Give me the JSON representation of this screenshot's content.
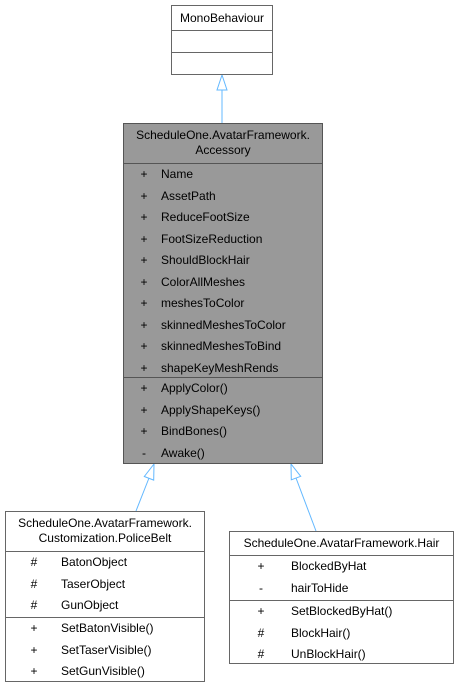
{
  "mono": {
    "name": "MonoBehaviour",
    "attributes": [],
    "operations": []
  },
  "accessory": {
    "title_line1": "ScheduleOne.AvatarFramework.",
    "title_line2": "Accessory",
    "attributes": [
      {
        "vis": "+",
        "name": "Name"
      },
      {
        "vis": "+",
        "name": "AssetPath"
      },
      {
        "vis": "+",
        "name": "ReduceFootSize"
      },
      {
        "vis": "+",
        "name": "FootSizeReduction"
      },
      {
        "vis": "+",
        "name": "ShouldBlockHair"
      },
      {
        "vis": "+",
        "name": "ColorAllMeshes"
      },
      {
        "vis": "+",
        "name": "meshesToColor"
      },
      {
        "vis": "+",
        "name": "skinnedMeshesToColor"
      },
      {
        "vis": "+",
        "name": "skinnedMeshesToBind"
      },
      {
        "vis": "+",
        "name": "shapeKeyMeshRends"
      }
    ],
    "operations": [
      {
        "vis": "+",
        "name": "ApplyColor()"
      },
      {
        "vis": "+",
        "name": "ApplyShapeKeys()"
      },
      {
        "vis": "+",
        "name": "BindBones()"
      },
      {
        "vis": "-",
        "name": "Awake()"
      }
    ]
  },
  "policebelt": {
    "title_line1": "ScheduleOne.AvatarFramework.",
    "title_line2": "Customization.PoliceBelt",
    "attributes": [
      {
        "vis": "#",
        "name": "BatonObject"
      },
      {
        "vis": "#",
        "name": "TaserObject"
      },
      {
        "vis": "#",
        "name": "GunObject"
      }
    ],
    "operations": [
      {
        "vis": "+",
        "name": "SetBatonVisible()"
      },
      {
        "vis": "+",
        "name": "SetTaserVisible()"
      },
      {
        "vis": "+",
        "name": "SetGunVisible()"
      }
    ]
  },
  "hair": {
    "title": "ScheduleOne.AvatarFramework.Hair",
    "attributes": [
      {
        "vis": "+",
        "name": "BlockedByHat"
      },
      {
        "vis": "-",
        "name": "hairToHide"
      }
    ],
    "operations": [
      {
        "vis": "+",
        "name": "SetBlockedByHat()"
      },
      {
        "vis": "#",
        "name": "BlockHair()"
      },
      {
        "vis": "#",
        "name": "UnBlockHair()"
      }
    ]
  },
  "colors": {
    "edge": "#63b8ff",
    "border": "#666666",
    "highlight_fill": "#999999"
  }
}
